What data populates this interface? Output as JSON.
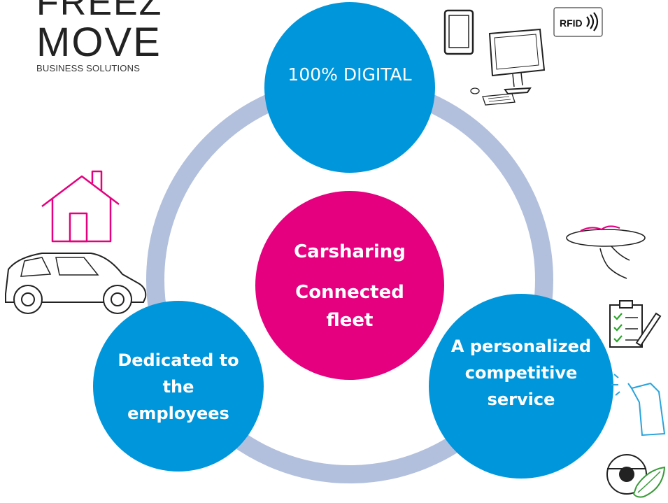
{
  "brand": {
    "line1": "FREEZ",
    "line2": "MOVE",
    "line3": "BUSINESS SOLUTIONS"
  },
  "center": {
    "line1": "Carsharing",
    "line2": "Connected fleet"
  },
  "nodes": {
    "top": "100% DIGITAL",
    "left": "Dedicated to the employees",
    "right": "A personalized competitive service"
  },
  "badges": {
    "rfid": "RFID"
  },
  "colors": {
    "node_blue": "#0096db",
    "center_magenta": "#e4007f",
    "ring": "#b2c0dd",
    "house": "#e4007f"
  },
  "icons": [
    "tablet-icon",
    "desktop-computer-icon",
    "rfid-badge-icon",
    "house-icon",
    "car-icon",
    "key-tray-icon",
    "checklist-icon",
    "spray-bottle-icon",
    "eco-steering-icon"
  ]
}
